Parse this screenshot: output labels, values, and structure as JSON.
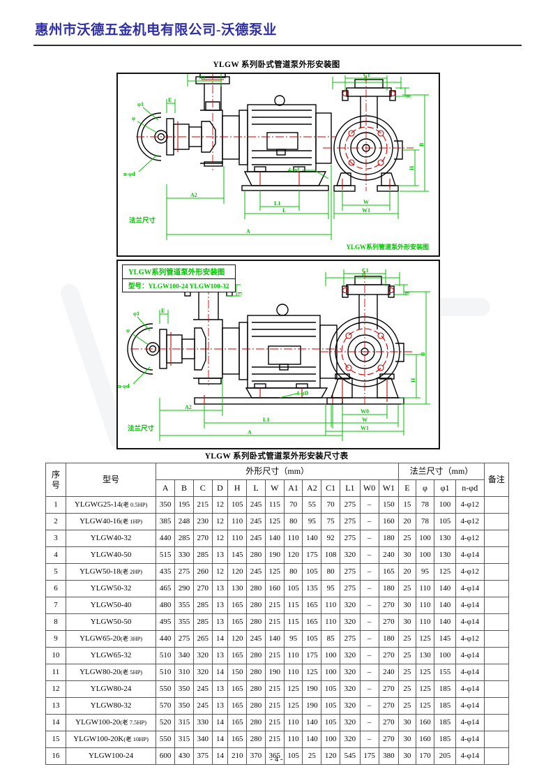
{
  "header": {
    "company": "惠州市沃德五金机电有限公司-沃德泵业"
  },
  "figures": {
    "fig1": {
      "title": "YLGW 系列卧式管道泵外形安装图",
      "caption": "YLGW系列管道泵外形安装图",
      "flange_note": "法兰尺寸",
      "dimension_labels": [
        "A1",
        "A2",
        "C",
        "C1",
        "E",
        "H",
        "B",
        "L",
        "L1",
        "A",
        "W",
        "W1",
        "φ",
        "φ1",
        "n-φd",
        "4-φd"
      ]
    },
    "fig2": {
      "label_title": "YLGW系列管道泵外形安装图",
      "label_models": "型号：YLGW100-24  YLGW100-32",
      "flange_note": "法兰尺寸",
      "dimension_labels": [
        "A1",
        "A2",
        "C",
        "C1",
        "E",
        "H",
        "B",
        "L1",
        "A",
        "W",
        "W0",
        "W1",
        "φ",
        "φ1",
        "n-φd",
        "4-φD"
      ]
    }
  },
  "table": {
    "title": "YLGW 系列卧式管道泵外形安装尺寸表",
    "group_headers": {
      "seq": "序号",
      "seq_line1": "序",
      "seq_line2": "号",
      "model": "型号",
      "outline": "外形尺寸（mm）",
      "flange": "法兰尺寸（mm）",
      "remark": "备注"
    },
    "columns": [
      "A",
      "B",
      "C",
      "D",
      "H",
      "L",
      "W",
      "A1",
      "A2",
      "C1",
      "L1",
      "W0",
      "W1",
      "E",
      "φ",
      "φ1",
      "n-φd"
    ],
    "rows": [
      {
        "no": "1",
        "model": "YLGWG25-14",
        "old": "(老 0.5HP)",
        "vals": [
          "350",
          "195",
          "215",
          "12",
          "105",
          "245",
          "115",
          "70",
          "55",
          "70",
          "275",
          "–",
          "150",
          "15",
          "78",
          "100",
          "4-φ12"
        ],
        "remark": ""
      },
      {
        "no": "2",
        "model": "YLGW40-16",
        "old": "(老 1HP)",
        "vals": [
          "385",
          "248",
          "230",
          "12",
          "110",
          "245",
          "125",
          "80",
          "95",
          "75",
          "275",
          "–",
          "160",
          "20",
          "78",
          "105",
          "4-φ12"
        ],
        "remark": ""
      },
      {
        "no": "3",
        "model": "YLGW40-32",
        "old": "",
        "vals": [
          "440",
          "285",
          "270",
          "12",
          "110",
          "245",
          "140",
          "110",
          "140",
          "92",
          "275",
          "–",
          "180",
          "25",
          "100",
          "130",
          "4-φ12"
        ],
        "remark": ""
      },
      {
        "no": "4",
        "model": "YLGW40-50",
        "old": "",
        "vals": [
          "515",
          "330",
          "285",
          "13",
          "145",
          "280",
          "190",
          "120",
          "175",
          "108",
          "320",
          "–",
          "240",
          "30",
          "100",
          "130",
          "4-φ14"
        ],
        "remark": ""
      },
      {
        "no": "5",
        "model": "YLGW50-18",
        "old": "(老 2HP)",
        "vals": [
          "435",
          "275",
          "260",
          "12",
          "120",
          "245",
          "125",
          "80",
          "105",
          "80",
          "275",
          "–",
          "165",
          "20",
          "95",
          "125",
          "4-φ12"
        ],
        "remark": ""
      },
      {
        "no": "6",
        "model": "YLGW50-32",
        "old": "",
        "vals": [
          "465",
          "290",
          "270",
          "13",
          "130",
          "280",
          "160",
          "105",
          "135",
          "95",
          "275",
          "–",
          "180",
          "25",
          "110",
          "140",
          "4-φ14"
        ],
        "remark": ""
      },
      {
        "no": "7",
        "model": "YLGW50-40",
        "old": "",
        "vals": [
          "480",
          "355",
          "285",
          "13",
          "165",
          "280",
          "215",
          "115",
          "165",
          "110",
          "320",
          "–",
          "270",
          "30",
          "110",
          "140",
          "4-φ14"
        ],
        "remark": ""
      },
      {
        "no": "8",
        "model": "YLGW50-50",
        "old": "",
        "vals": [
          "495",
          "355",
          "285",
          "13",
          "165",
          "280",
          "215",
          "115",
          "165",
          "110",
          "320",
          "–",
          "270",
          "30",
          "110",
          "140",
          "4-φ14"
        ],
        "remark": ""
      },
      {
        "no": "9",
        "model": "YLGW65-20",
        "old": "(老 3HP)",
        "vals": [
          "440",
          "275",
          "265",
          "14",
          "120",
          "245",
          "140",
          "95",
          "105",
          "85",
          "275",
          "–",
          "180",
          "25",
          "125",
          "145",
          "4-φ12"
        ],
        "remark": ""
      },
      {
        "no": "10",
        "model": "YLGW65-32",
        "old": "",
        "vals": [
          "510",
          "340",
          "320",
          "13",
          "165",
          "280",
          "215",
          "110",
          "175",
          "100",
          "320",
          "–",
          "270",
          "25",
          "130",
          "100",
          "4-φ14"
        ],
        "remark": ""
      },
      {
        "no": "11",
        "model": "YLGW80-20",
        "old": "(老 5HP)",
        "vals": [
          "510",
          "310",
          "320",
          "14",
          "150",
          "280",
          "190",
          "110",
          "125",
          "100",
          "320",
          "–",
          "240",
          "25",
          "125",
          "155",
          "4-φ14"
        ],
        "remark": ""
      },
      {
        "no": "12",
        "model": "YLGW80-24",
        "old": "",
        "vals": [
          "550",
          "350",
          "245",
          "13",
          "165",
          "280",
          "215",
          "125",
          "190",
          "105",
          "320",
          "–",
          "270",
          "25",
          "125",
          "185",
          "4-φ14"
        ],
        "remark": ""
      },
      {
        "no": "13",
        "model": "YLGW80-32",
        "old": "",
        "vals": [
          "570",
          "350",
          "245",
          "13",
          "165",
          "280",
          "215",
          "125",
          "190",
          "105",
          "320",
          "–",
          "270",
          "25",
          "125",
          "185",
          "4-φ14"
        ],
        "remark": ""
      },
      {
        "no": "14",
        "model": "YLGW100-20",
        "old": "(老 7.5HP)",
        "vals": [
          "520",
          "315",
          "330",
          "14",
          "165",
          "280",
          "215",
          "110",
          "140",
          "105",
          "320",
          "–",
          "270",
          "30",
          "160",
          "185",
          "4-φ14"
        ],
        "remark": ""
      },
      {
        "no": "15",
        "model": "YLGW100-20K",
        "old": "(老 10HP)",
        "vals": [
          "550",
          "315",
          "340",
          "14",
          "165",
          "280",
          "215",
          "110",
          "140",
          "100",
          "320",
          "–",
          "270",
          "30",
          "160",
          "185",
          "4-φ14"
        ],
        "remark": ""
      },
      {
        "no": "16",
        "model": "YLGW100-24",
        "old": "",
        "vals": [
          "600",
          "430",
          "375",
          "14",
          "210",
          "370",
          "365",
          "105",
          "25",
          "120",
          "545",
          "175",
          "380",
          "30",
          "170",
          "205",
          "4-φ14"
        ],
        "remark": ""
      }
    ]
  },
  "footer": {
    "page": "- 4 -"
  },
  "colors": {
    "header_text": "#2f2fa8",
    "drawing_green": "#00c000",
    "drawing_red": "#c00000",
    "drawing_black": "#000000"
  }
}
